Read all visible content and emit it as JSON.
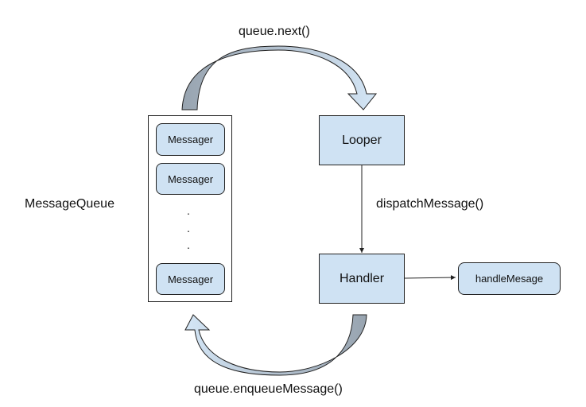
{
  "labels": {
    "top_arrow": "queue.next()",
    "bottom_arrow": "queue.enqueueMessage()",
    "queue_label": "MessageQueue",
    "dispatch": "dispatchMessage()"
  },
  "queue": {
    "items": [
      {
        "label": "Messager"
      },
      {
        "label": "Messager"
      },
      {
        "label": "Messager"
      }
    ],
    "ellipsis": [
      ".",
      ".",
      "."
    ]
  },
  "nodes": {
    "looper": "Looper",
    "handler": "Handler",
    "handle_message": "handleMesage"
  },
  "colors": {
    "box_fill": "#cfe2f3",
    "arrow_dark": "#9aa6b2",
    "arrow_light": "#cfe2f3",
    "stroke": "#222222"
  }
}
